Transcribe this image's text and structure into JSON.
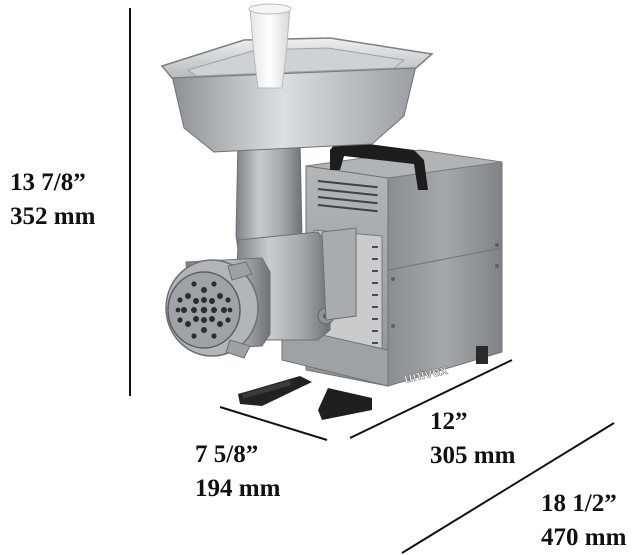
{
  "dimensions": {
    "height": {
      "imperial": "13 7/8”",
      "metric": "352 mm"
    },
    "width": {
      "imperial": "7 5/8”",
      "metric": "194 mm"
    },
    "depth": {
      "imperial": "12”",
      "metric": "305 mm"
    },
    "diagonal": {
      "imperial": "18 1/2”",
      "metric": "470 mm"
    }
  },
  "product": {
    "brand_mark": "univex"
  },
  "colors": {
    "background": "#ffffff",
    "dimension_text": "#111111",
    "stainless": "#b9bcbf",
    "housing": "#8c8f93",
    "black_parts": "#1f1f1f"
  }
}
